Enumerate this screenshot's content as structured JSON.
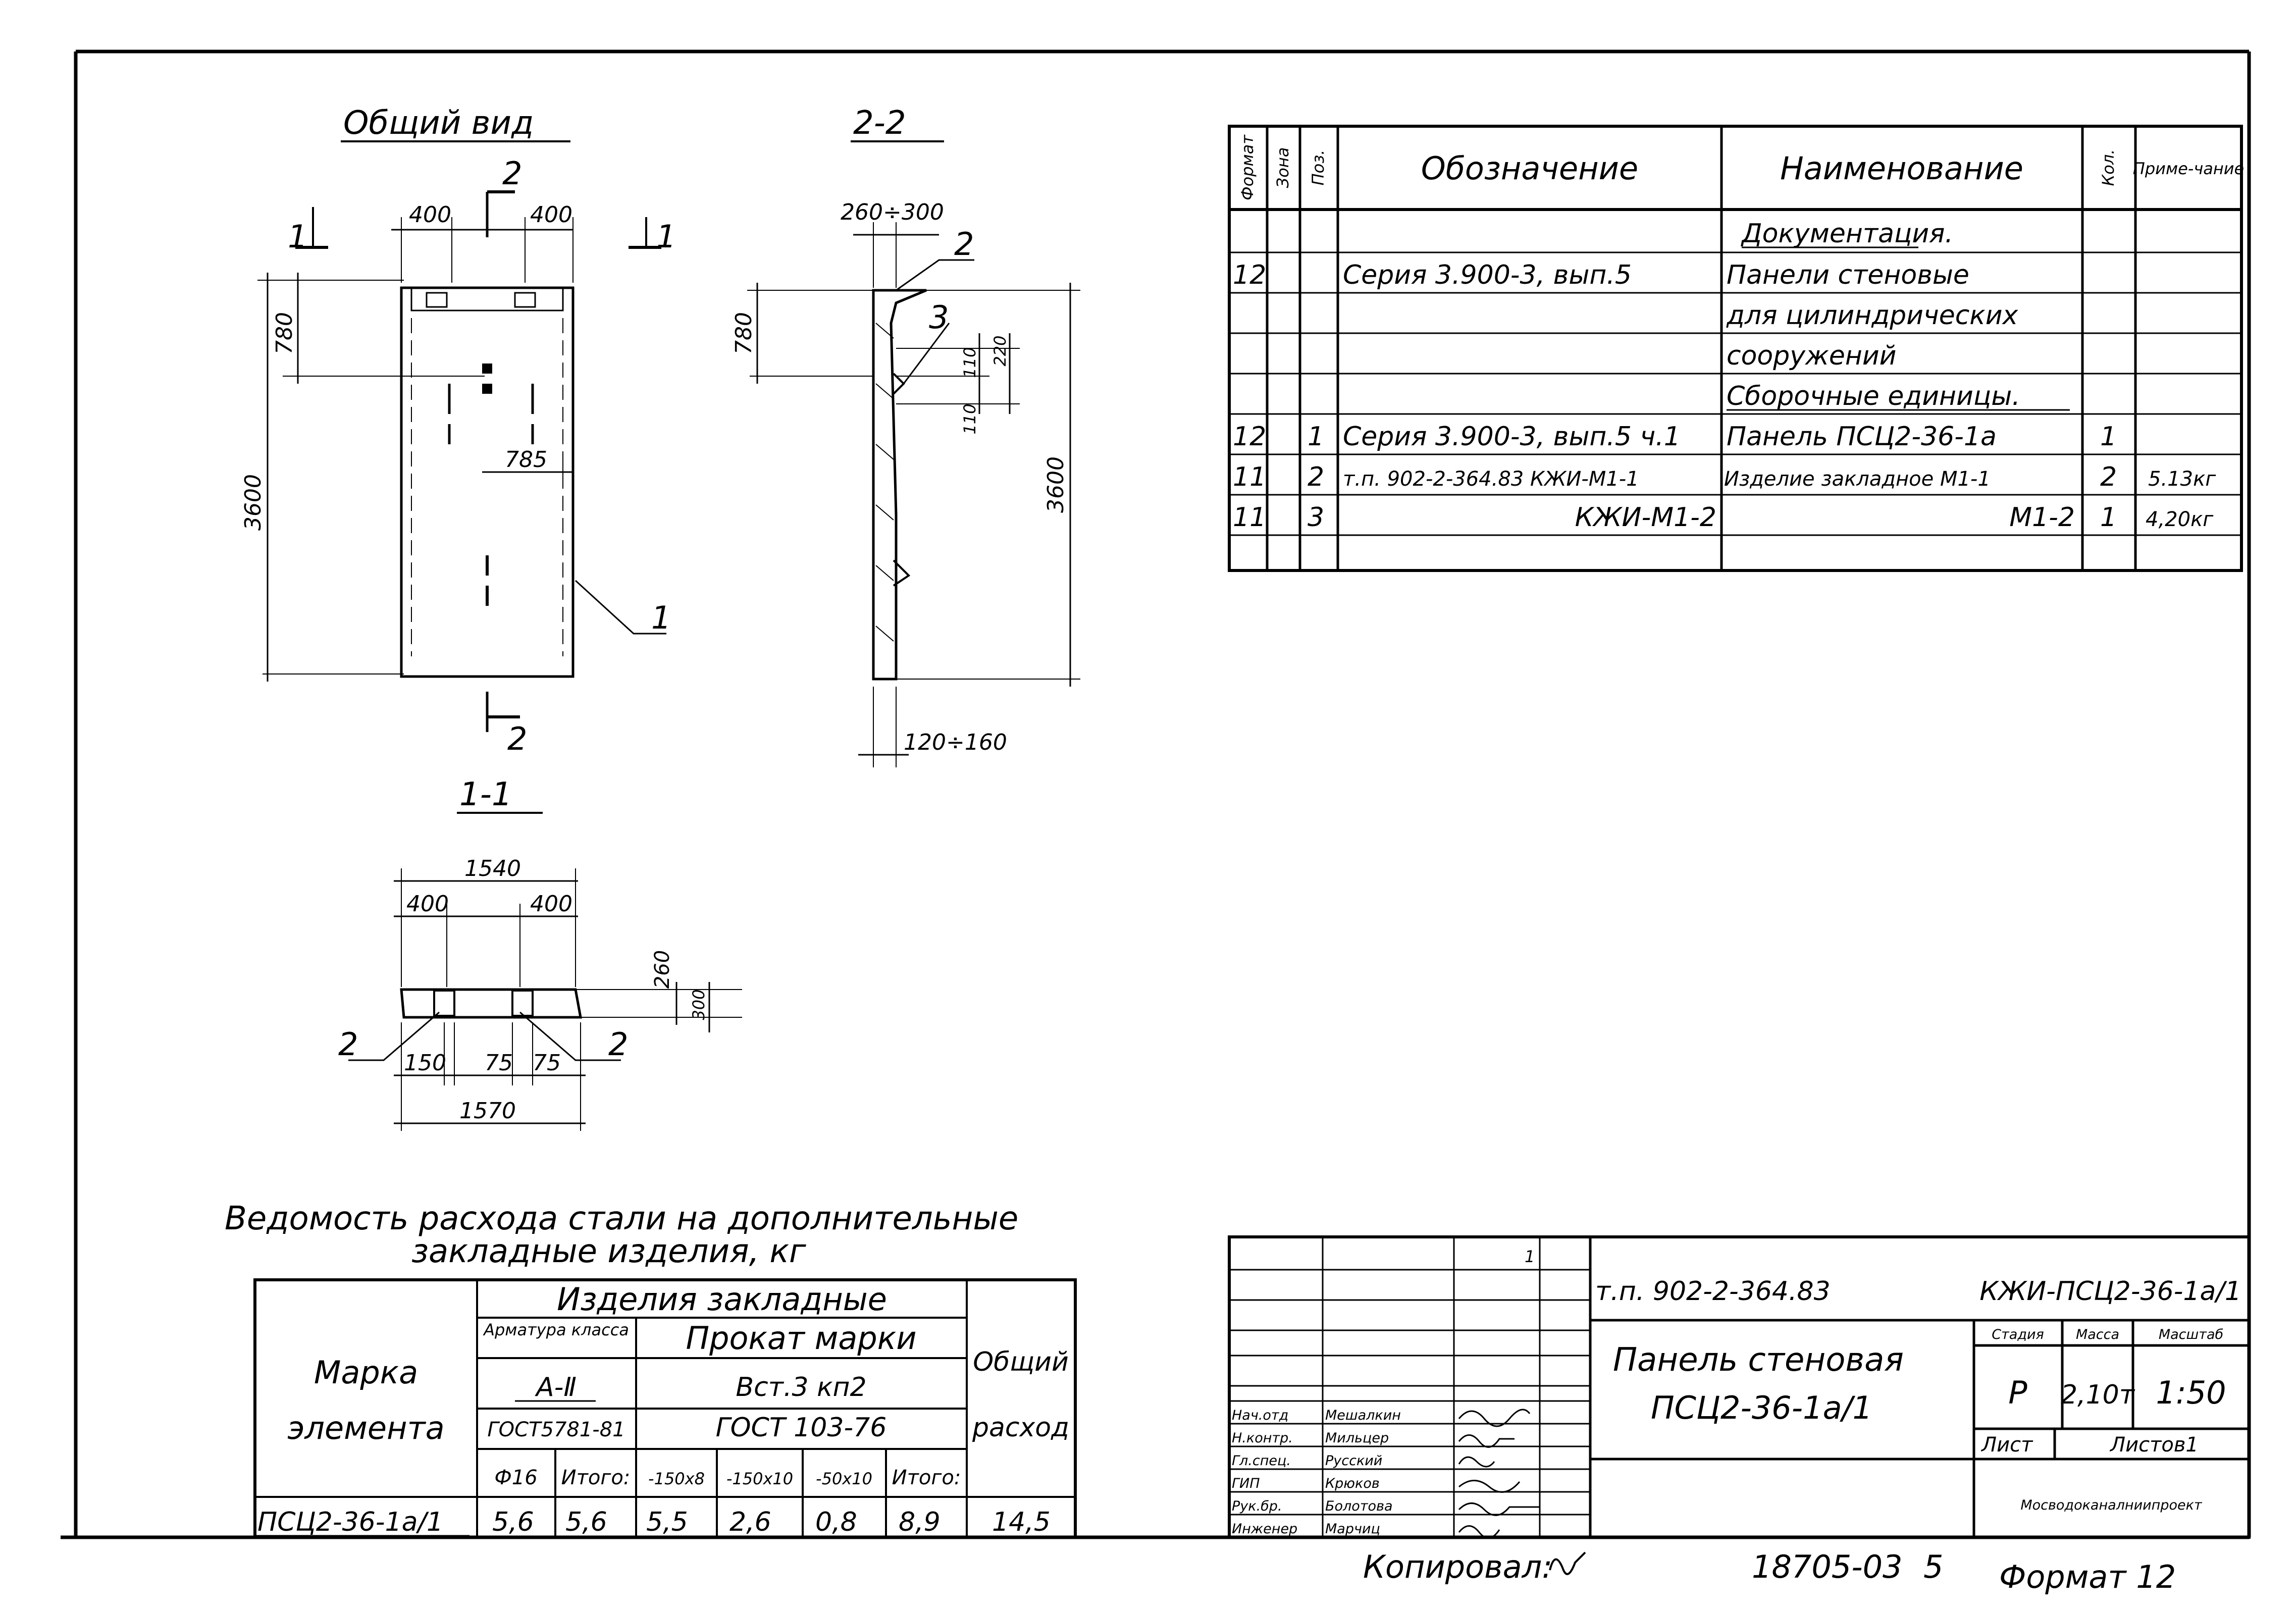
{
  "views": {
    "general_title": "Общий вид",
    "section22_title": "2-2",
    "section11_title": "1-1",
    "general": {
      "cut_label_1": "1",
      "cut_label_2": "2",
      "dim_400_a": "400",
      "dim_400_b": "400",
      "dim_780": "780",
      "dim_3600": "3600",
      "dim_785": "785",
      "leader_1": "1"
    },
    "section22": {
      "dim_260_300": "260÷300",
      "dim_780": "780",
      "dim_3600": "3600",
      "dim_110_a": "110",
      "dim_110_b": "110",
      "dim_220": "220",
      "dim_120_160": "120÷160",
      "leader_2": "2",
      "leader_3": "3"
    },
    "section11": {
      "dim_1540": "1540",
      "dim_400_a": "400",
      "dim_400_b": "400",
      "dim_260": "260",
      "dim_300": "300",
      "dim_150": "150",
      "dim_75_a": "75",
      "dim_75_b": "75",
      "dim_1570": "1570",
      "leader_2a": "2",
      "leader_2b": "2"
    }
  },
  "spec_table": {
    "headers": {
      "format": "Формат",
      "zone": "Зона",
      "pos": "Поз.",
      "designation": "Обозначение",
      "name": "Наименование",
      "qty": "Кол.",
      "note": "Приме-чание"
    },
    "rows": [
      {
        "format": "",
        "pos": "",
        "designation": "",
        "name": "Документация.",
        "qty": "",
        "note": ""
      },
      {
        "format": "12",
        "pos": "",
        "designation": "Серия 3.900-3, вып.5",
        "name": "Панели стеновые",
        "qty": "",
        "note": ""
      },
      {
        "format": "",
        "pos": "",
        "designation": "",
        "name": "для цилиндрических",
        "qty": "",
        "note": ""
      },
      {
        "format": "",
        "pos": "",
        "designation": "",
        "name": "сооружений",
        "qty": "",
        "note": ""
      },
      {
        "format": "",
        "pos": "",
        "designation": "",
        "name": "Сборочные единицы.",
        "qty": "",
        "note": ""
      },
      {
        "format": "12",
        "pos": "1",
        "designation": "Серия 3.900-3, вып.5 ч.1",
        "name": "Панель ПСЦ2-36-1а",
        "qty": "1",
        "note": ""
      },
      {
        "format": "11",
        "pos": "2",
        "designation": "т.п. 902-2-364.83  КЖИ-М1-1",
        "name": "Изделие закладное М1-1",
        "qty": "2",
        "note": "5.13кг"
      },
      {
        "format": "11",
        "pos": "3",
        "designation": "КЖИ-М1-2",
        "name": "М1-2",
        "qty": "1",
        "note": "4,20кг"
      }
    ]
  },
  "steel_table": {
    "title_line1": "Ведомость расхода стали на дополнительные",
    "title_line2": "закладные изделия, кг",
    "col_mark_1": "Марка",
    "col_mark_2": "элемента",
    "group_header": "Изделия закладные",
    "rebar_header": "Арматура класса",
    "rolled_header": "Прокат марки",
    "total_header_1": "Общий",
    "total_header_2": "расход",
    "rebar_class": "А-Ⅱ",
    "rolled_grade": "Вст.3 кп2",
    "rebar_standard": "ГОСТ5781-81",
    "rolled_standard": "ГОСТ 103-76",
    "sub_headers": [
      "Ф16",
      "Итого:",
      "-150х8",
      "-150х10",
      "-50х10",
      "Итого:"
    ],
    "row": {
      "mark": "ПСЦ2-36-1а/1",
      "values": [
        "5,6",
        "5,6",
        "5,5",
        "2,6",
        "0,8",
        "8,9",
        "14,5"
      ]
    }
  },
  "title_block": {
    "doc_code": "т.п. 902-2-364.83",
    "sheet_code": "КЖИ-ПСЦ2-36-1а/1",
    "drawing_name_1": "Панель стеновая",
    "drawing_name_2": "ПСЦ2-36-1а/1",
    "stage_label": "Стадия",
    "mass_label": "Масса",
    "scale_label": "Масштаб",
    "stage": "Р",
    "mass": "2,10т",
    "scale": "1:50",
    "sheet_label": "Лист",
    "sheets_label": "Листов1",
    "organization": "Мосводоканалниипроект",
    "rev_mark": "1",
    "staff": [
      {
        "role": "Нач.отд",
        "name": "Мешалкин"
      },
      {
        "role": "Н.контр.",
        "name": "Мильцер"
      },
      {
        "role": "Гл.спец.",
        "name": "Русский"
      },
      {
        "role": "ГИП",
        "name": "Крюков"
      },
      {
        "role": "Рук.бр.",
        "name": "Болотова"
      },
      {
        "role": "Инженер",
        "name": "Марчиц"
      }
    ]
  },
  "footer": {
    "copied": "Копировал:",
    "inventory": "18705-03",
    "page": "5",
    "format": "Формат 12"
  }
}
